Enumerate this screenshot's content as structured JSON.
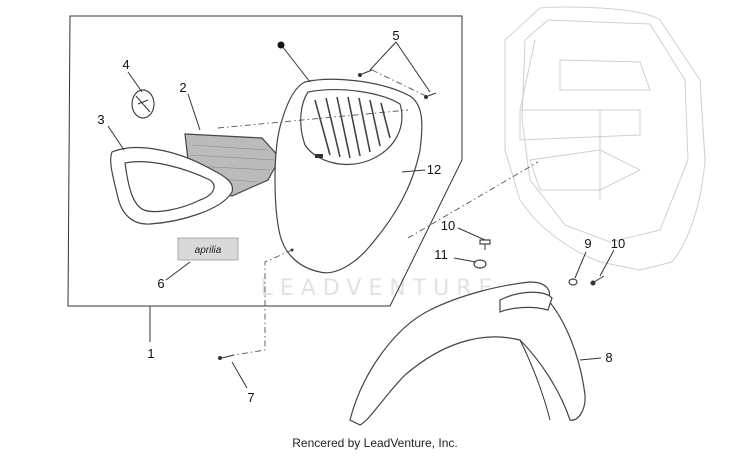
{
  "callouts": {
    "c1": "1",
    "c2": "2",
    "c3": "3",
    "c4": "4",
    "c5": "5",
    "c6": "6",
    "c7": "7",
    "c8": "8",
    "c9": "9",
    "c10a": "10",
    "c10b": "10",
    "c11": "11",
    "c12": "12"
  },
  "badge_text": "aprilia",
  "watermark": "LEADVENTURE",
  "footer": "Rencered by LeadVenture, Inc.",
  "colors": {
    "line": "#333333",
    "watermark": "#e2e2e2",
    "badge": "#d9d9d9"
  }
}
